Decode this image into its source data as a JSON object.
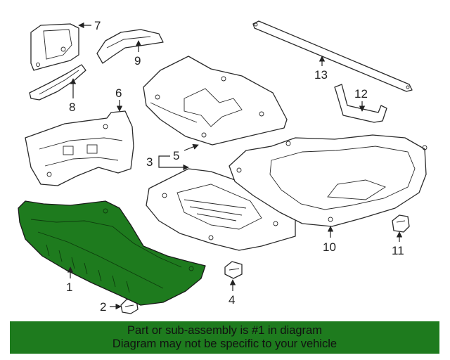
{
  "callouts": {
    "c1": "1",
    "c2": "2",
    "c3": "3",
    "c4": "4",
    "c5": "5",
    "c6": "6",
    "c7": "7",
    "c8": "8",
    "c9": "9",
    "c10": "10",
    "c11": "11",
    "c12": "12",
    "c13": "13"
  },
  "banner": {
    "line1": "Part or sub-assembly is #1 in diagram",
    "line2": "Diagram may not be specific to your vehicle",
    "color": "#1e7b1e"
  },
  "highlight_color": "#1e7b1e"
}
